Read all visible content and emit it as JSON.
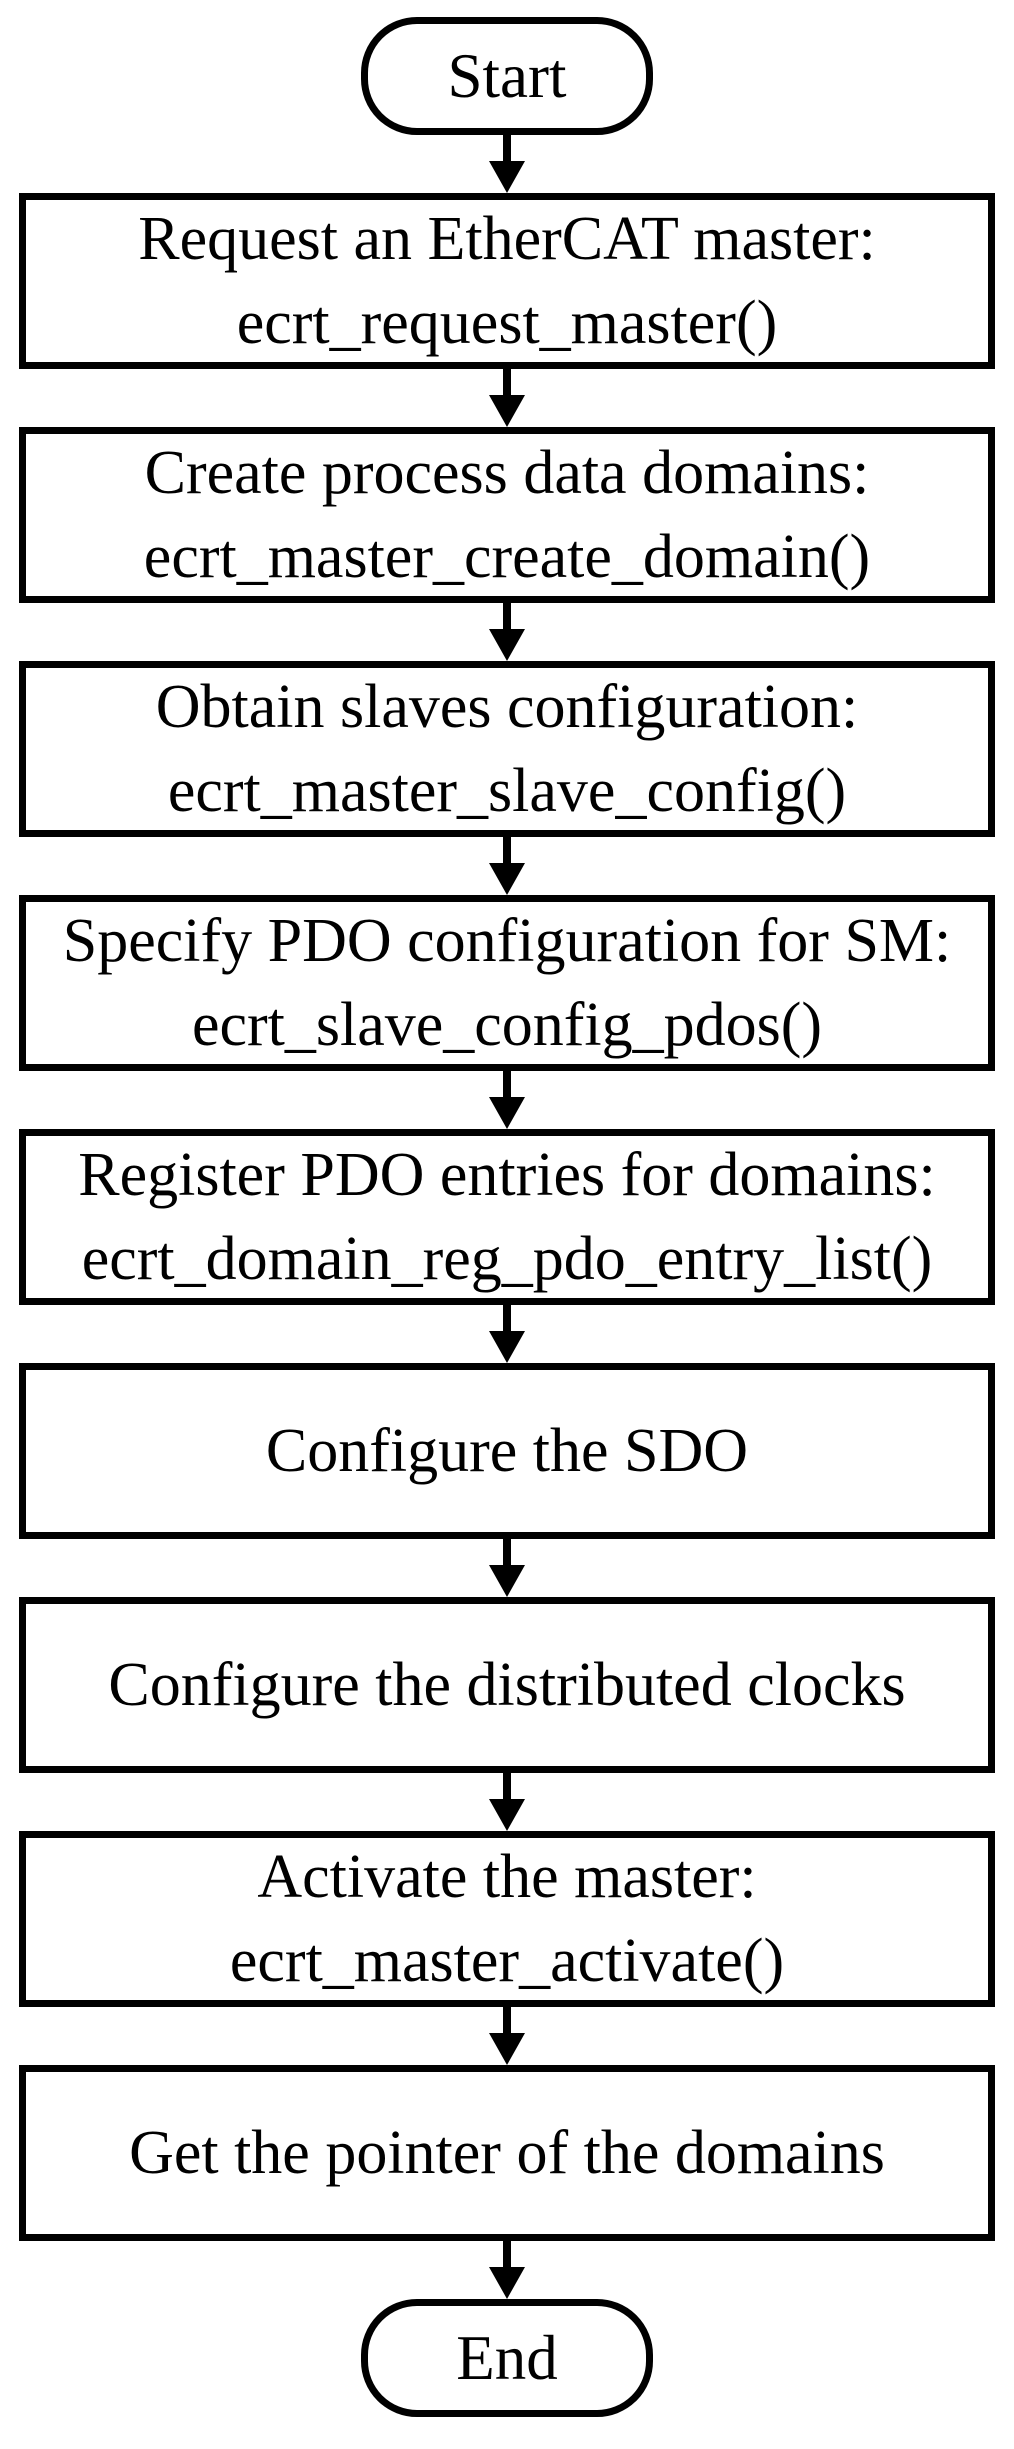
{
  "figure": {
    "type": "flowchart",
    "colors": {
      "background": "#ffffff",
      "stroke": "#000000",
      "text": "#000000"
    },
    "start": {
      "label": "Start",
      "shape": "stadium"
    },
    "end": {
      "label": "End",
      "shape": "stadium"
    },
    "steps": [
      {
        "line1": "Request an EtherCAT master:",
        "line2": "ecrt_request_master()"
      },
      {
        "line1": "Create process data domains:",
        "line2": "ecrt_master_create_domain()"
      },
      {
        "line1": "Obtain slaves configuration:",
        "line2": "ecrt_master_slave_config()"
      },
      {
        "line1": "Specify PDO configuration for SM:",
        "line2": "ecrt_slave_config_pdos()"
      },
      {
        "line1": "Register PDO entries for domains:",
        "line2": "ecrt_domain_reg_pdo_entry_list()"
      },
      {
        "line1": "Configure the SDO",
        "line2": ""
      },
      {
        "line1": "Configure the distributed clocks",
        "line2": ""
      },
      {
        "line1": "Activate the master:",
        "line2": "ecrt_master_activate()"
      },
      {
        "line1": "Get the pointer of the domains",
        "line2": ""
      }
    ],
    "connector_style": "down-arrow"
  }
}
